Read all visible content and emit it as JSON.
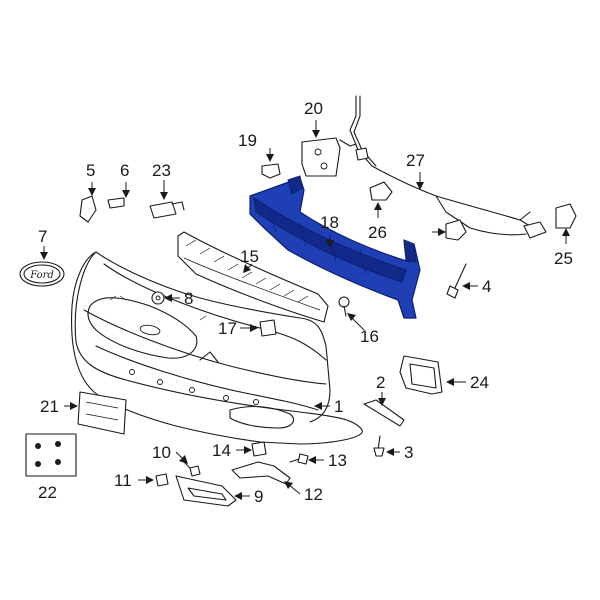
{
  "callouts": {
    "c1": "1",
    "c2": "2",
    "c3": "3",
    "c4": "4",
    "c5": "5",
    "c6": "6",
    "c7": "7",
    "c8": "8",
    "c9": "9",
    "c10": "10",
    "c11": "11",
    "c12": "12",
    "c13": "13",
    "c14": "14",
    "c15": "15",
    "c16": "16",
    "c17": "17",
    "c18": "18",
    "c19": "19",
    "c20": "20",
    "c21": "21",
    "c22": "22",
    "c23": "23",
    "c24": "24",
    "c25": "25",
    "c26": "26",
    "c27": "27"
  },
  "emblem_text": "Ford",
  "colors": {
    "highlight": "#1f3fb5",
    "line": "#1a1a1a",
    "background": "#ffffff"
  }
}
